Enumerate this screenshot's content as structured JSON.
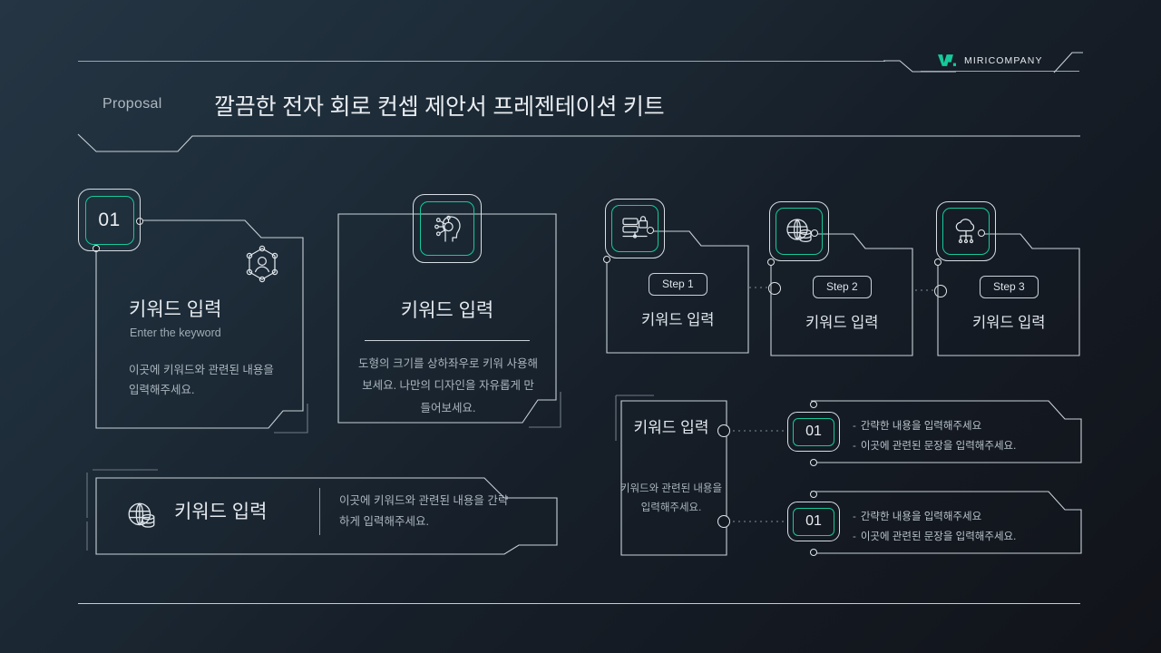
{
  "brand": {
    "name": "MIRICOMPANY",
    "logo_icon": "miri-logo-mark",
    "accent": "#16c99a"
  },
  "header": {
    "kicker": "Proposal",
    "title": "깔끔한 전자 회로 컨셉 제안서 프레젠테이션 키트"
  },
  "card_one": {
    "badge": "01",
    "icon": "hexagon-user-network-icon",
    "title": "키워드 입력",
    "subtitle": "Enter the keyword",
    "body": "이곳에 키워드와 관련된 내용을 입력해주세요."
  },
  "card_two": {
    "icon": "ai-head-circuit-icon",
    "title": "키워드 입력",
    "body": "도형의 크기를 상하좌우로 키워 사용해보세요. 나만의 디자인을 자유롭게 만들어보세요."
  },
  "steps": [
    {
      "pill": "Step 1",
      "label": "키워드 입력",
      "icon": "server-lock-icon"
    },
    {
      "pill": "Step 2",
      "label": "키워드 입력",
      "icon": "globe-database-icon"
    },
    {
      "pill": "Step 3",
      "label": "키워드 입력",
      "icon": "cloud-network-icon"
    }
  ],
  "banner": {
    "icon": "globe-database-icon",
    "title": "키워드 입력",
    "body": "이곳에 키워드와 관련된 내용을 간략하게 입력해주세요."
  },
  "bottom_right": {
    "title": "키워드 입력",
    "body": "키워드와 관련된 내용을 입력해주세요.",
    "rows": [
      {
        "badge": "01",
        "line1": "간략한 내용을 입력해주세요",
        "line2": "이곳에 관련된 문장을 입력해주세요."
      },
      {
        "badge": "01",
        "line1": "간략한 내용을 입력해주세요",
        "line2": "이곳에 관련된 문장을 입력해주세요."
      }
    ]
  }
}
